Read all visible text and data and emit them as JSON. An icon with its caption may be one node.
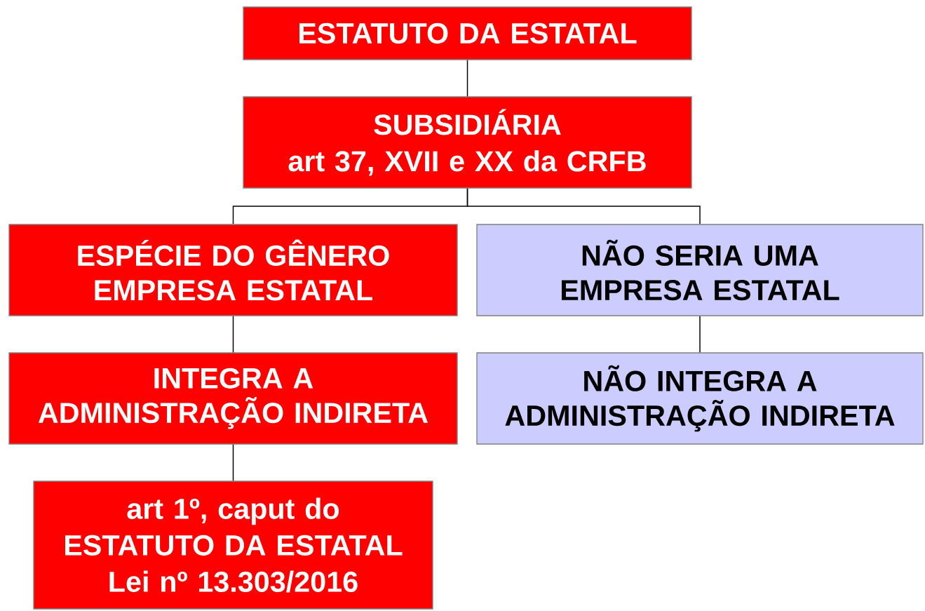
{
  "diagram": {
    "nodes": [
      {
        "text": [
          "ESTATUTO DA ESTATAL"
        ]
      },
      {
        "text": [
          "SUBSIDIÁRIA",
          "art 37, XVII e XX da CRFB"
        ]
      },
      {
        "text": [
          "ESPÉCIE DO GÊNERO EMPRESA ESTATAL"
        ]
      },
      {
        "text": [
          "NÃO SERIA UMA EMPRESA ESTATAL"
        ]
      },
      {
        "text": [
          "INTEGRA A ADMINISTRAÇÃO INDIRETA"
        ]
      },
      {
        "text": [
          "NÃO INTEGRA A ADMINISTRAÇÃO INDIRETA"
        ]
      },
      {
        "text": [
          "art 1º, caput do",
          "ESTATUTO DA ESTATAL",
          "Lei nº 13.303/2016"
        ]
      }
    ],
    "edges": [
      {
        "from": 0,
        "to": 1,
        "arrow": "none"
      },
      {
        "from": 1,
        "to": 2,
        "arrow": "none"
      },
      {
        "from": 1,
        "to": 3,
        "arrow": "none"
      },
      {
        "from": 2,
        "to": 4,
        "arrow": "none"
      },
      {
        "from": 3,
        "to": 5,
        "arrow": "none"
      },
      {
        "from": 4,
        "to": 6,
        "arrow": "none"
      }
    ]
  }
}
